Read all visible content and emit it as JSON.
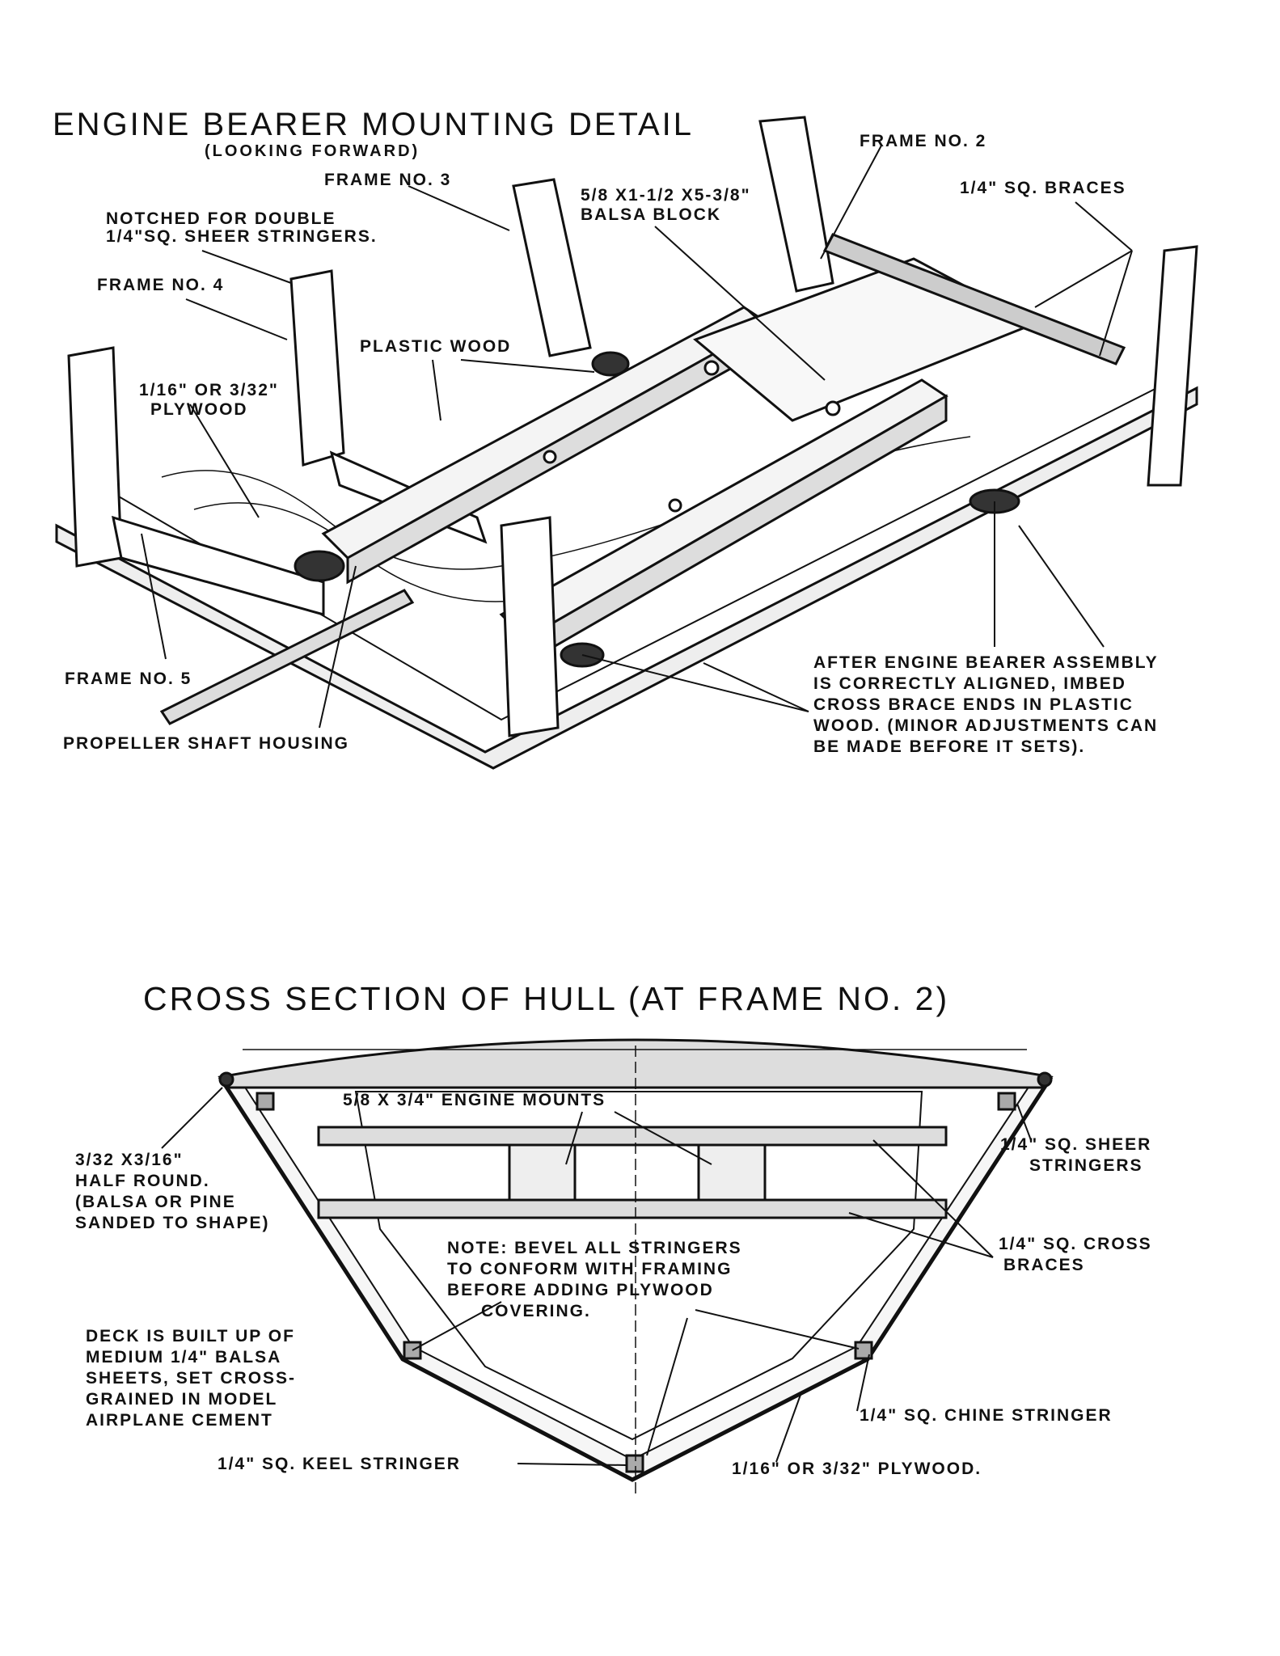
{
  "top_section": {
    "title": "ENGINE BEARER MOUNTING DETAIL",
    "subtitle": "(LOOKING FORWARD)",
    "labels": {
      "frame_no_2": "FRAME NO. 2",
      "frame_no_3": "FRAME NO. 3",
      "frame_no_4": "FRAME NO. 4",
      "frame_no_5": "FRAME NO. 5",
      "notched_line1": "NOTCHED FOR DOUBLE",
      "notched_line2": "1/4\"SQ. SHEER STRINGERS.",
      "balsa_line1": "5/8 X1-1/2 X5-3/8\"",
      "balsa_line2": "BALSA BLOCK",
      "braces": "1/4\" SQ. BRACES",
      "plastic_wood": "PLASTIC WOOD",
      "plywood_line1": "1/16\" OR 3/32\"",
      "plywood_line2": "PLYWOOD",
      "propeller": "PROPELLER SHAFT HOUSING",
      "note_lines": [
        "AFTER ENGINE BEARER ASSEMBLY",
        "IS CORRECTLY ALIGNED, IMBED",
        "CROSS BRACE ENDS IN PLASTIC",
        "WOOD. (MINOR ADJUSTMENTS CAN",
        "BE MADE BEFORE IT SETS)."
      ]
    }
  },
  "bottom_section": {
    "title": "CROSS SECTION OF HULL (AT FRAME NO. 2)",
    "labels": {
      "engine_mounts": "5/8 X 3/4\" ENGINE MOUNTS",
      "half_round_lines": [
        "3/32 X3/16\"",
        "HALF ROUND.",
        "(BALSA OR PINE",
        "SANDED TO SHAPE)"
      ],
      "sheer_lines": [
        "1/4\" SQ. SHEER",
        "STRINGERS"
      ],
      "cross_lines": [
        "1/4\" SQ. CROSS",
        "BRACES"
      ],
      "note_lines": [
        "NOTE: BEVEL ALL STRINGERS",
        "TO CONFORM WITH FRAMING",
        "BEFORE ADDING PLYWOOD",
        "COVERING."
      ],
      "deck_lines": [
        "DECK IS BUILT UP OF",
        "MEDIUM 1/4\" BALSA",
        "SHEETS, SET CROSS-",
        "GRAINED IN MODEL",
        "AIRPLANE CEMENT"
      ],
      "chine": "1/4\" SQ. CHINE STRINGER",
      "keel": "1/4\" SQ. KEEL STRINGER",
      "plywood": "1/16\" OR 3/32\" PLYWOOD."
    }
  }
}
